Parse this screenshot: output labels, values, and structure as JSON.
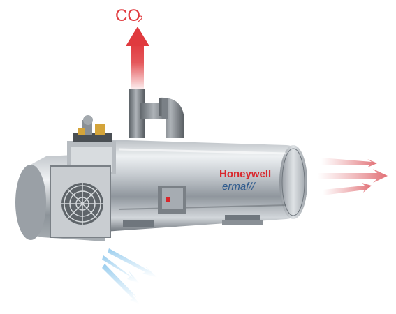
{
  "labels": {
    "co2_main": "CO",
    "co2_sub": "2"
  },
  "brand": {
    "name": "Honeywell",
    "sub": "ermaf//"
  },
  "colors": {
    "exhaust_arrow": "#e03a3e",
    "hot_air_arrow": "#e58a8e",
    "cold_air_arrow": "#a9d6f2",
    "brand_red": "#d9262b",
    "brand_blue": "#2f5b8e"
  }
}
